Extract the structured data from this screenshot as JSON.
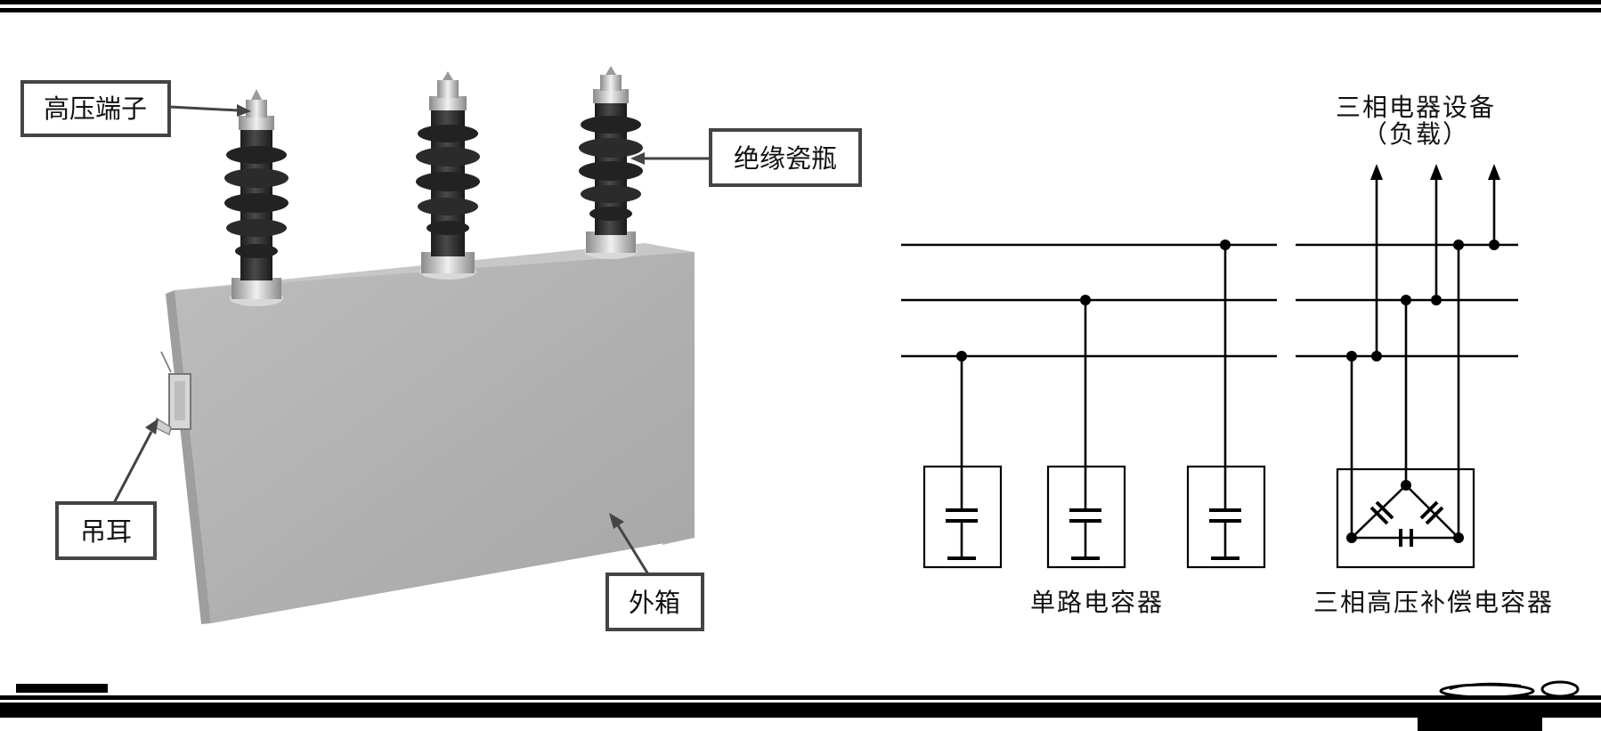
{
  "photo_labels": {
    "terminal": "高压端子",
    "insulator": "绝缘瓷瓶",
    "lifting_lug": "吊耳",
    "housing": "外箱"
  },
  "circuit_labels": {
    "load_title": "三相电器设备",
    "load_subtitle": "（负载）",
    "single_caps": "单路电容器",
    "three_phase_caps": "三相高压补偿电容器"
  },
  "colors": {
    "ink": "#111111",
    "housing": "#b4b4b4",
    "porcelain": "#2a2a2a"
  }
}
